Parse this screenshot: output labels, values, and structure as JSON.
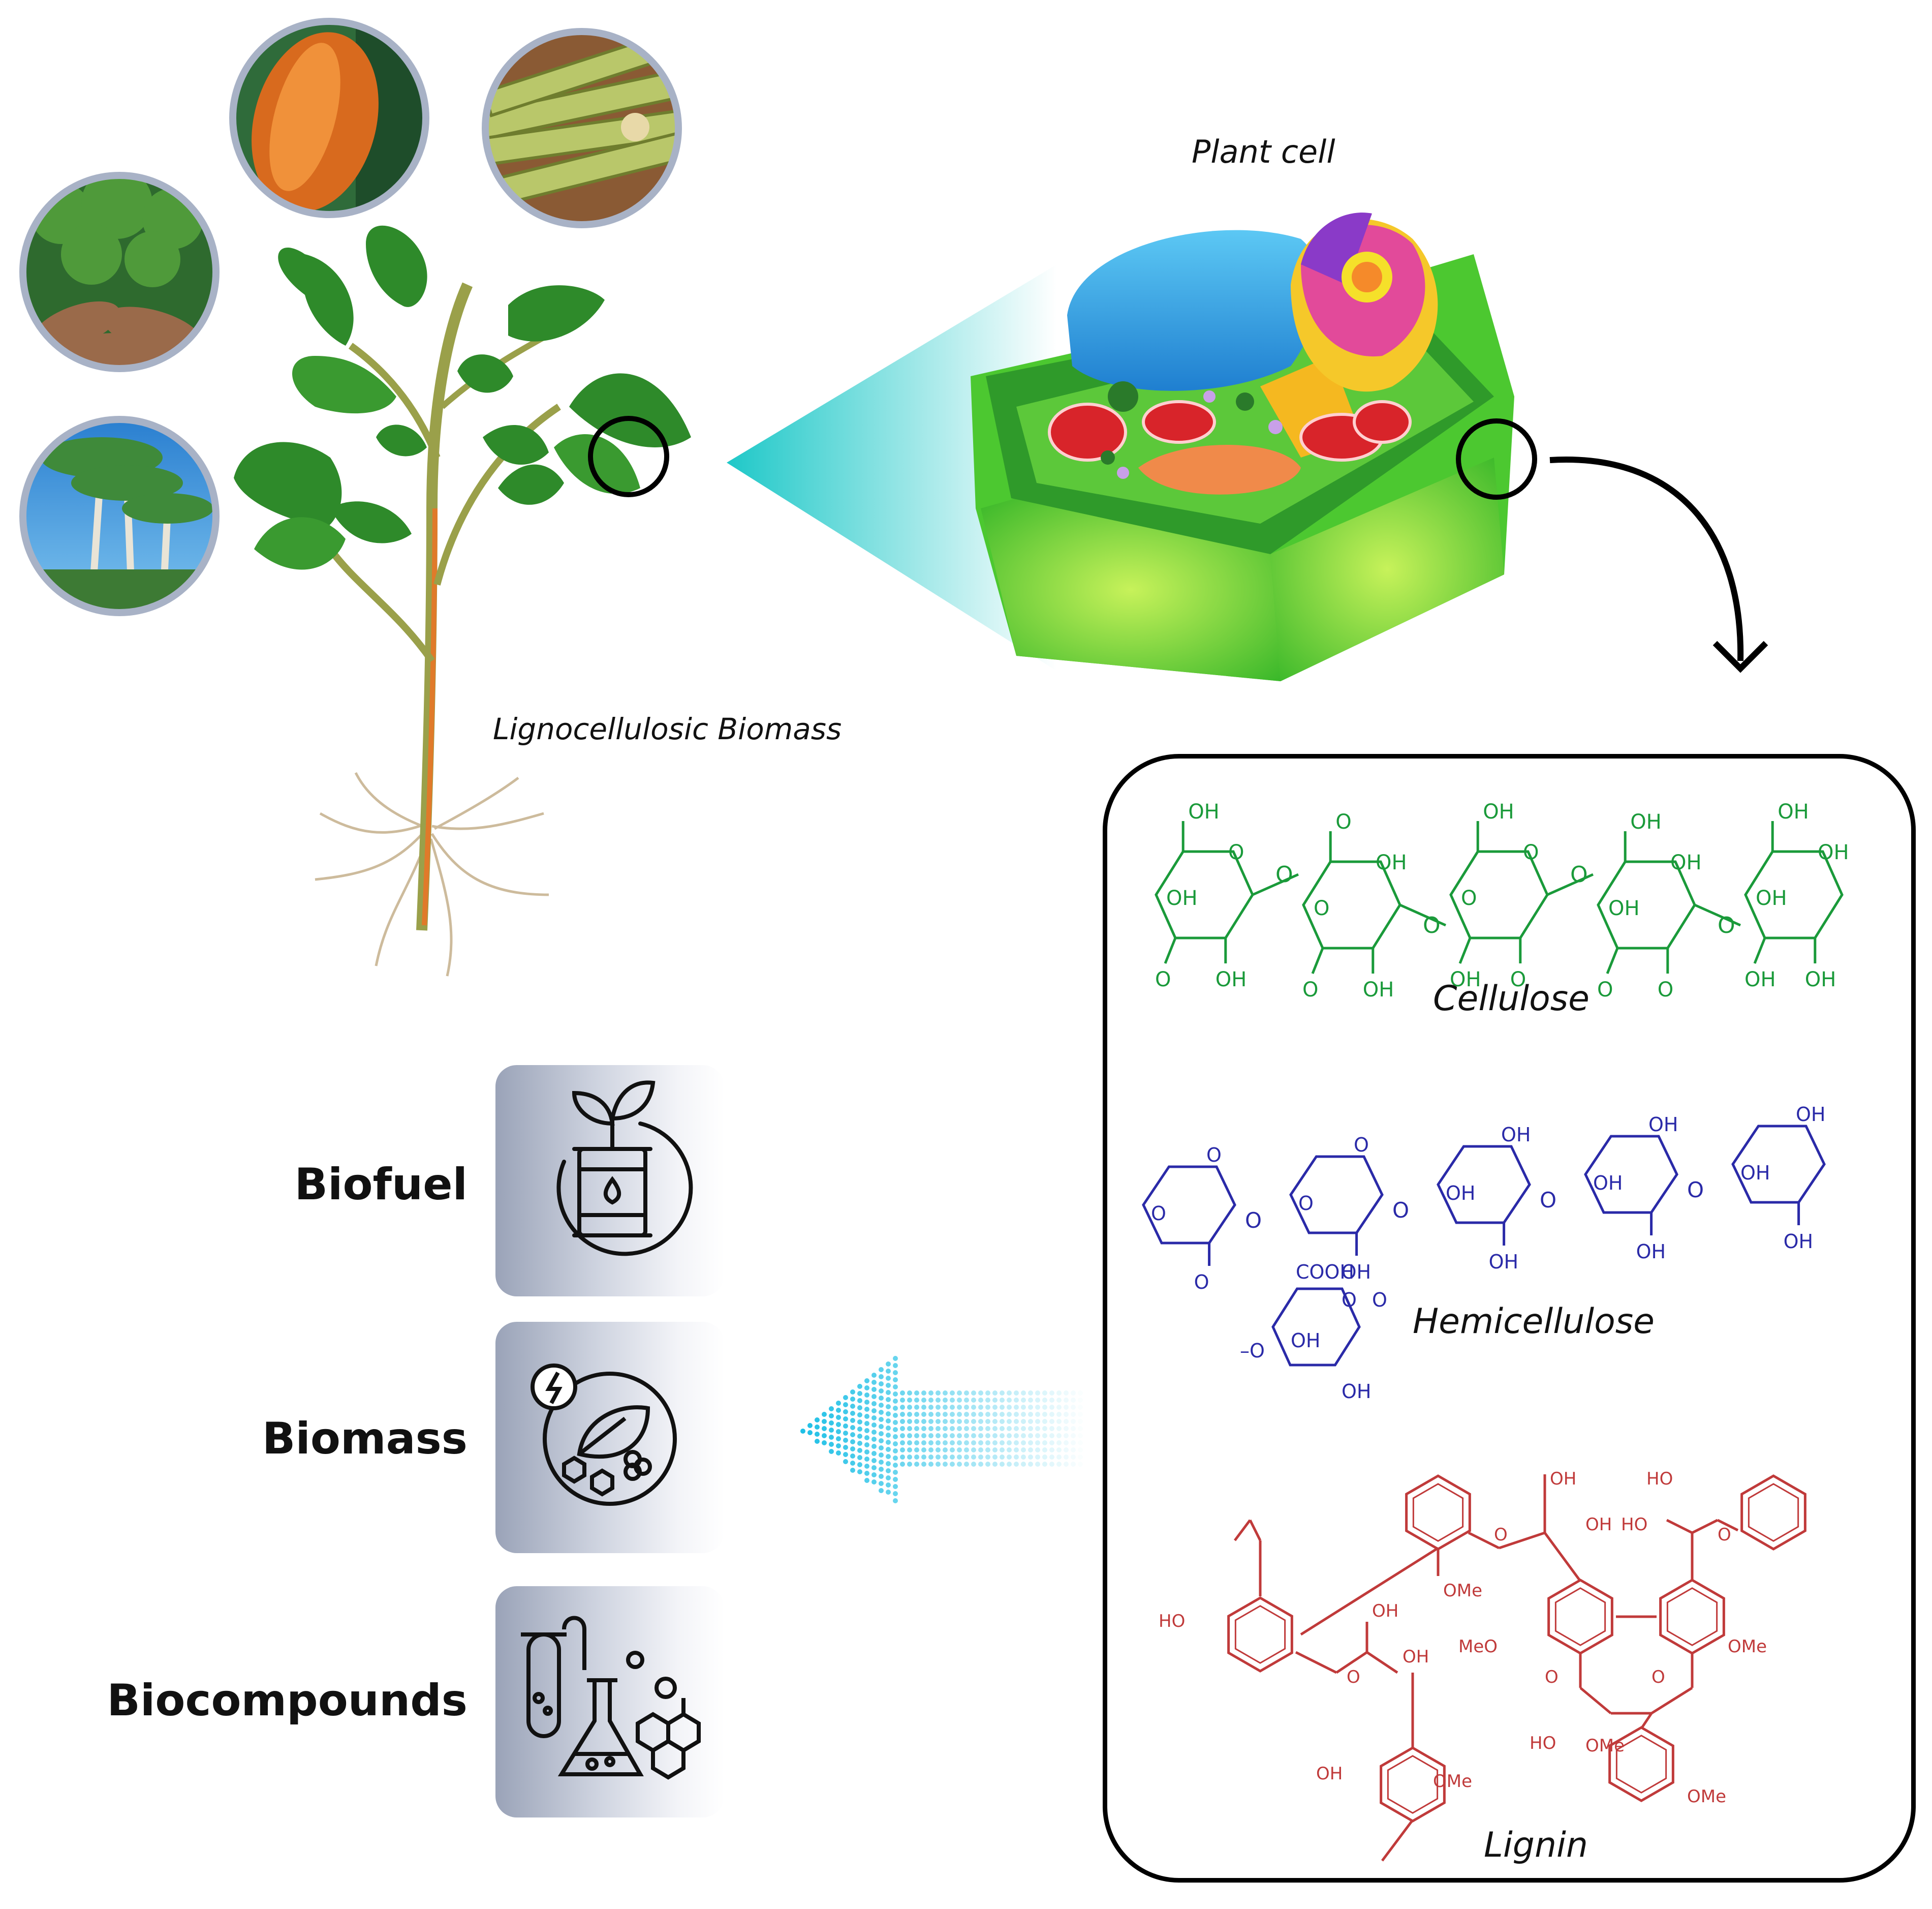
{
  "labels": {
    "plant_cell": "Plant cell",
    "biomass_source": "Lignocellulosic Biomass",
    "cellulose": "Cellulose",
    "hemicellulose": "Hemicellulose",
    "lignin": "Lignin"
  },
  "products": [
    {
      "label": "Biofuel",
      "icon": "biofuel-barrel-leaf-icon"
    },
    {
      "label": "Biomass",
      "icon": "biomass-energy-leaf-icon"
    },
    {
      "label": "Biocompounds",
      "icon": "biocompounds-flask-icon"
    }
  ],
  "structure_colors": {
    "cellulose": "#1a9a3a",
    "hemicellulose": "#2a2aa8",
    "lignin": "#c03a3a"
  },
  "chem_text": {
    "cellulose": [
      "OH",
      "O",
      "O",
      "OH",
      "OH",
      "O",
      "OH",
      "O",
      "O",
      "OH",
      "OH",
      "O",
      "OH",
      "O",
      "O",
      "OH",
      "OH",
      "O",
      "OH",
      "O",
      "OH",
      "OH",
      "OH",
      "OH",
      "OH",
      "OH",
      "OH"
    ],
    "hemicellulose": [
      "O",
      "O",
      "O",
      "O",
      "O",
      "OH",
      "OH",
      "OH",
      "OH",
      "OH",
      "OH",
      "OH",
      "OH",
      "OH",
      "OH",
      "COOH",
      "O",
      "O",
      "O",
      "OH",
      "OH"
    ],
    "lignin": [
      "OH",
      "HO",
      "OH",
      "HO",
      "O",
      "O",
      "OMe",
      "HO",
      "OH",
      "OH",
      "MeO",
      "OMe",
      "O",
      "O",
      "O",
      "OMe",
      "HO",
      "OH",
      "OMe",
      "OMe"
    ]
  }
}
